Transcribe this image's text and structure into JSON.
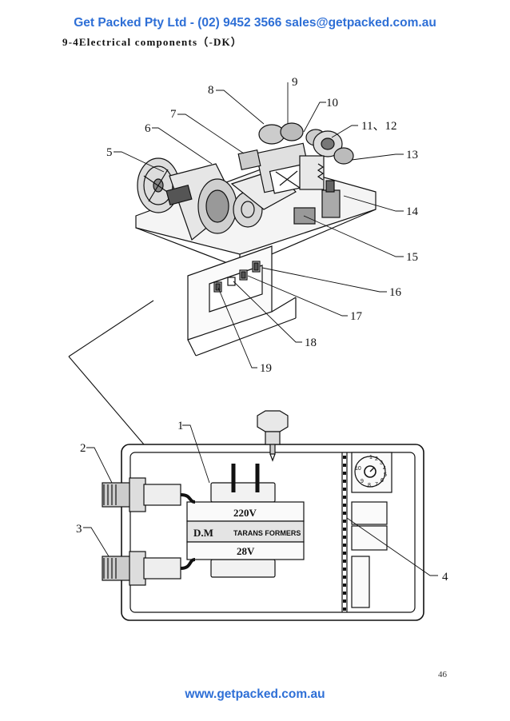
{
  "header": {
    "text": "Get  Packed Pty  Ltd - (02) 9452 3566  sales@getpacked.com.au"
  },
  "title": "9-4Electrical components（-DK）",
  "callouts": [
    "1",
    "2",
    "3",
    "4",
    "5",
    "6",
    "7",
    "8",
    "9",
    "10",
    "11、12",
    "13",
    "14",
    "15",
    "16",
    "17",
    "18",
    "19"
  ],
  "transformer": {
    "voltage_in": "220V",
    "brand": "D.M",
    "type": "TARANS FORMERS",
    "voltage_out": "28V"
  },
  "timer_dial_marks": [
    "1",
    "2",
    "3",
    "4",
    "5",
    "6",
    "7",
    "8",
    "9",
    "10"
  ],
  "page_number": "46",
  "footer": {
    "text": "www.getpacked.com.au"
  }
}
